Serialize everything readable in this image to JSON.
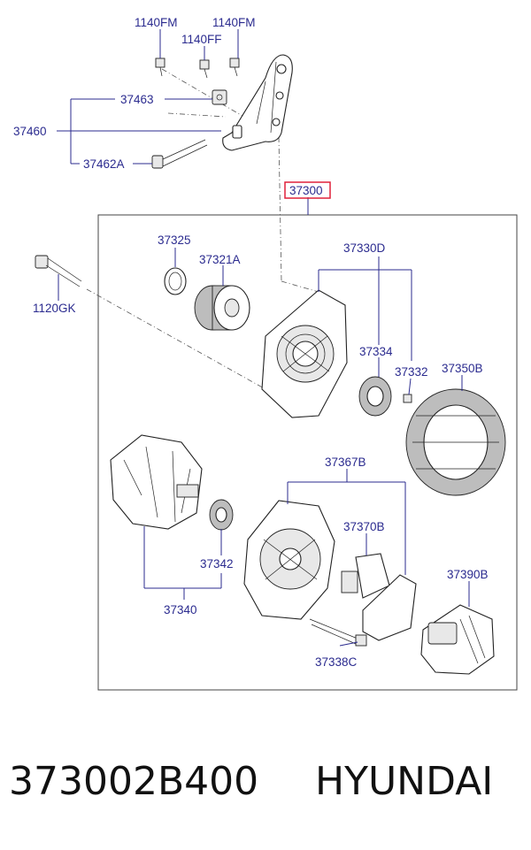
{
  "labels": {
    "l1140fm_a": "1140FM",
    "l1140fm_b": "1140FM",
    "l1140ff": "1140FF",
    "l37463": "37463",
    "l37460": "37460",
    "l37462a": "37462A",
    "l37300": "37300",
    "l1120gk": "1120GK",
    "l37325": "37325",
    "l37321a": "37321A",
    "l37330d": "37330D",
    "l37334": "37334",
    "l37332": "37332",
    "l37350b": "37350B",
    "l37367b": "37367B",
    "l37370b": "37370B",
    "l37342": "37342",
    "l37340": "37340",
    "l37390b": "37390B",
    "l37338c": "37338C"
  },
  "footer": {
    "part_number": "373002B400",
    "brand": "HYUNDAI"
  },
  "colors": {
    "label": "#2b2b8f",
    "highlight_box": "#e0203a"
  }
}
